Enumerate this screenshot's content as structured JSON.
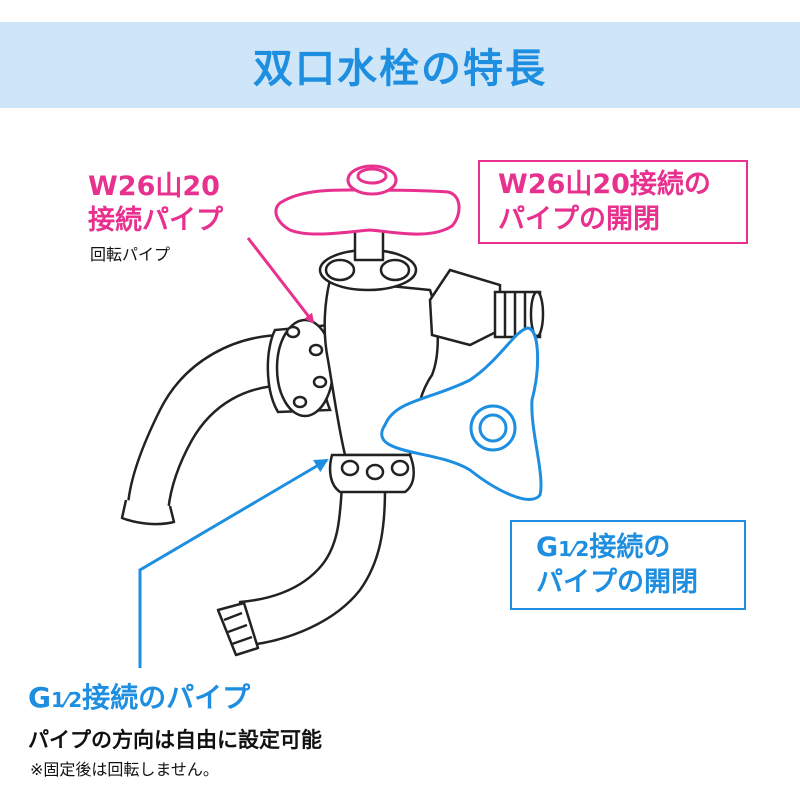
{
  "header": {
    "title": "双口水栓の特長"
  },
  "labels": {
    "pink_pipe_title_line1": "W26山20",
    "pink_pipe_title_line2": "接続パイプ",
    "pink_pipe_sub": "回転パイプ",
    "pink_box_line1": "W26山20接続の",
    "pink_box_line2": "パイプの開閉",
    "blue_box_line1_prefix": "G",
    "blue_box_line1_fraction": "1⁄2",
    "blue_box_line1_suffix": "接続の",
    "blue_box_line2": "パイプの開閉",
    "blue_pipe_title_prefix": "G",
    "blue_pipe_title_fraction": "1⁄2",
    "blue_pipe_title_suffix": "接続のパイプ",
    "blue_pipe_sub1": "パイプの方向は自由に設定可能",
    "blue_pipe_sub2": "※固定後は回転しません。"
  },
  "colors": {
    "accent_pink": "#e8308f",
    "accent_blue": "#1e8fe0",
    "banner_bg": "#cfe6f8"
  }
}
